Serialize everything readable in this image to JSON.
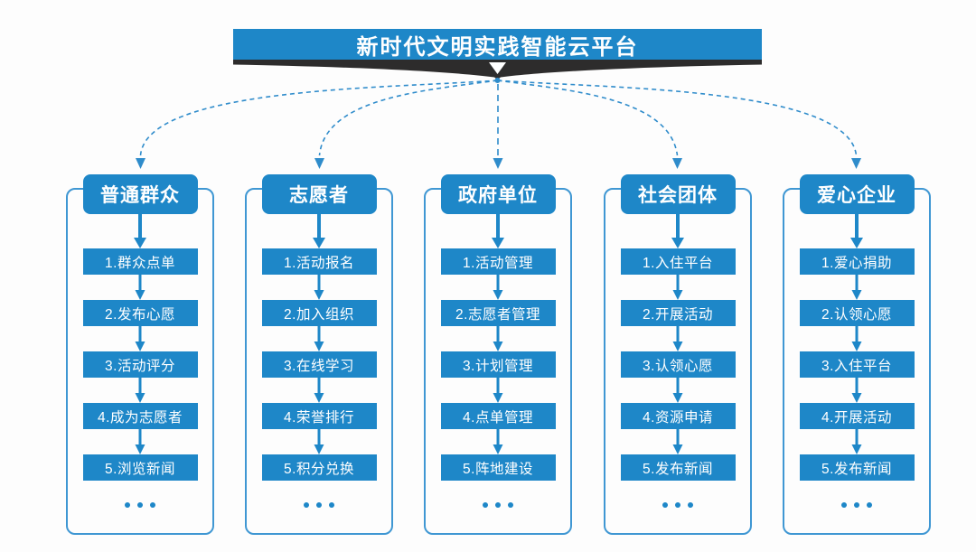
{
  "banner": {
    "title": "新时代文明实践智能云平台"
  },
  "columns": [
    {
      "title": "普通群众",
      "steps": [
        "1.群众点单",
        "2.发布心愿",
        "3.活动评分",
        "4.成为志愿者",
        "5.浏览新闻"
      ],
      "more": "..."
    },
    {
      "title": "志愿者",
      "steps": [
        "1.活动报名",
        "2.加入组织",
        "3.在线学习",
        "4.荣誉排行",
        "5.积分兑换"
      ],
      "more": "..."
    },
    {
      "title": "政府单位",
      "steps": [
        "1.活动管理",
        "2.志愿者管理",
        "3.计划管理",
        "4.点单管理",
        "5.阵地建设"
      ],
      "more": "..."
    },
    {
      "title": "社会团体",
      "steps": [
        "1.入住平台",
        "2.开展活动",
        "3.认领心愿",
        "4.资源申请",
        "5.发布新闻"
      ],
      "more": "..."
    },
    {
      "title": "爱心企业",
      "steps": [
        "1.爱心捐助",
        "2.认领心愿",
        "3.入住平台",
        "4.开展活动",
        "5.发布新闻"
      ],
      "more": "..."
    }
  ],
  "colors": {
    "primary": "#1e87c8",
    "outline": "#3f97d3",
    "dashed_line": "#2f8ccb",
    "ribbon_dark": "#2d2c2c",
    "text_on_blue": "#ffffff",
    "background": "#fdfdfd"
  }
}
